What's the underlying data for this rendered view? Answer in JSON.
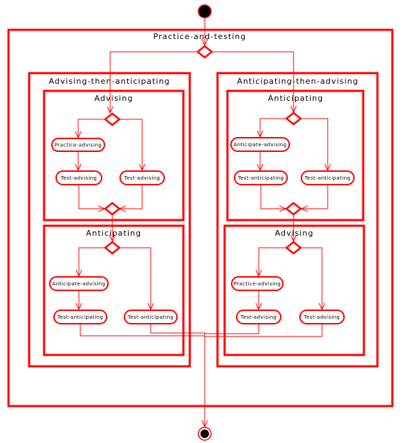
{
  "colors": {
    "stroke": "#ff0000",
    "text": "#000000",
    "node_fill": "#ffffff",
    "terminal_fill": "#000000"
  },
  "icons": {
    "start": "initial-node-icon",
    "end": "final-node-icon",
    "decision": "decision-diamond-icon"
  },
  "outer": {
    "title": "Practice-and-testing"
  },
  "left": {
    "title": "Advising-then-anticipating",
    "first": {
      "title": "Advising",
      "practice_action": "Practice-advising",
      "test_action_a": "Test-advising",
      "test_action_b": "Test-advising"
    },
    "second": {
      "title": "Anticipating",
      "practice_action": "Anticipate-advising",
      "test_action_a": "Test-anticipating",
      "test_action_b": "Test-anticipating"
    }
  },
  "right": {
    "title": "Anticipating-then-advising",
    "first": {
      "title": "Anticipating",
      "practice_action": "Anticipate-advising",
      "test_action_a": "Test-anticipating",
      "test_action_b": "Test-anticipating"
    },
    "second": {
      "title": "Advising",
      "practice_action": "Practice-advising",
      "test_action_a": "Test-advising",
      "test_action_b": "Test-advising"
    }
  }
}
